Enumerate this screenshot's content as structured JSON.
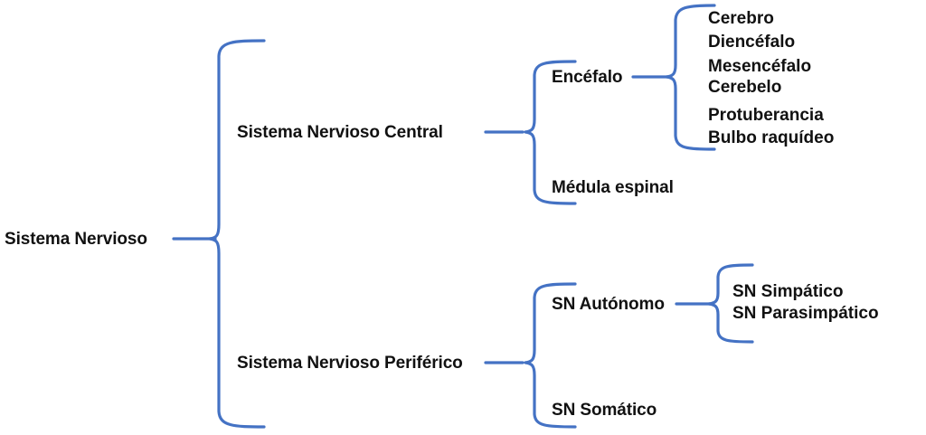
{
  "diagram": {
    "title_text": "Sistema Nervioso",
    "accent_color": "#4472C4",
    "text_color": "#111111",
    "background_color": "#ffffff",
    "root": {
      "label": "Sistema Nervioso"
    },
    "level2": [
      {
        "label": "Sistema Nervioso Central"
      },
      {
        "label": "Sistema Nervioso Periférico"
      }
    ],
    "level3": [
      {
        "label": "Encéfalo"
      },
      {
        "label": "Médula espinal"
      },
      {
        "label": "SN Autónomo"
      },
      {
        "label": "SN Somático"
      }
    ],
    "encefalo_parts": [
      {
        "label": "Cerebro"
      },
      {
        "label": "Diencéfalo"
      },
      {
        "label": "Mesencéfalo"
      },
      {
        "label": "Cerebelo"
      },
      {
        "label": "Protuberancia"
      },
      {
        "label": "Bulbo raquídeo"
      }
    ],
    "autonomo_parts": [
      {
        "label": "SN Simpático"
      },
      {
        "label": "SN Parasimpático"
      }
    ]
  }
}
